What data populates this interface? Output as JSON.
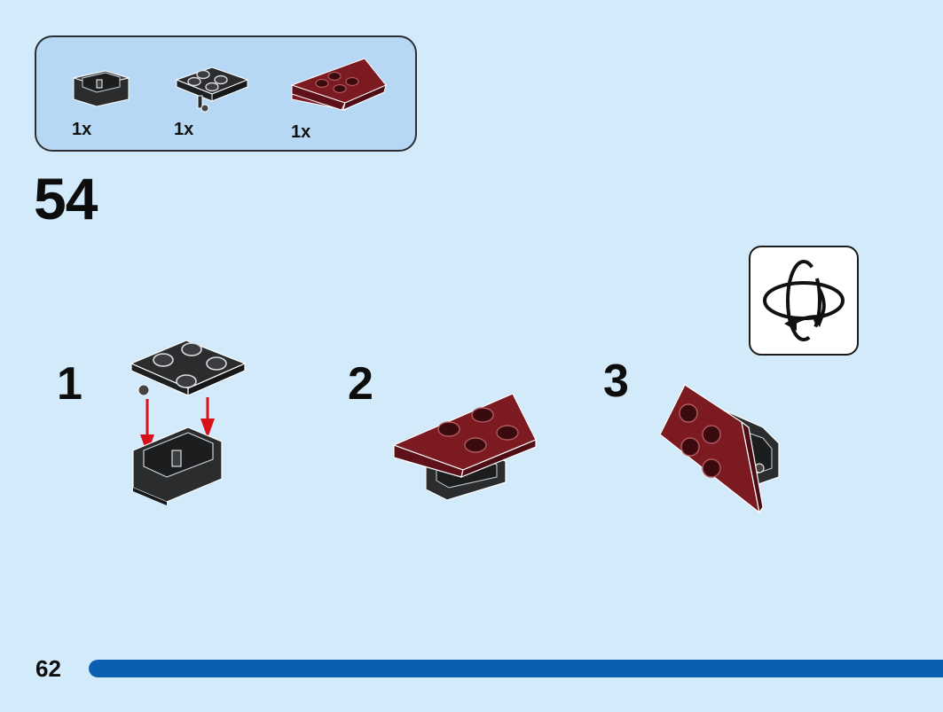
{
  "parts_list": {
    "items": [
      {
        "icon": "black-bracket-icon",
        "color": "#2a2c2e",
        "qty": "1x"
      },
      {
        "icon": "black-plate-with-pin-icon",
        "color": "#2a2c2e",
        "qty": "1x"
      },
      {
        "icon": "dark-red-wedge-plate-icon",
        "color": "#7c1a22",
        "qty": "1x"
      }
    ]
  },
  "step": {
    "number": "54"
  },
  "substeps": [
    {
      "number": "1"
    },
    {
      "number": "2"
    },
    {
      "number": "3"
    }
  ],
  "rotate_icon": "rotate-model-icon",
  "footer": {
    "page_number": "62",
    "progress": 1.0
  },
  "colors": {
    "background": "#d3eafa",
    "parts_box": "#b7d8f4",
    "progress_bar": "#0a5fb1",
    "arrow": "#d8101c"
  }
}
